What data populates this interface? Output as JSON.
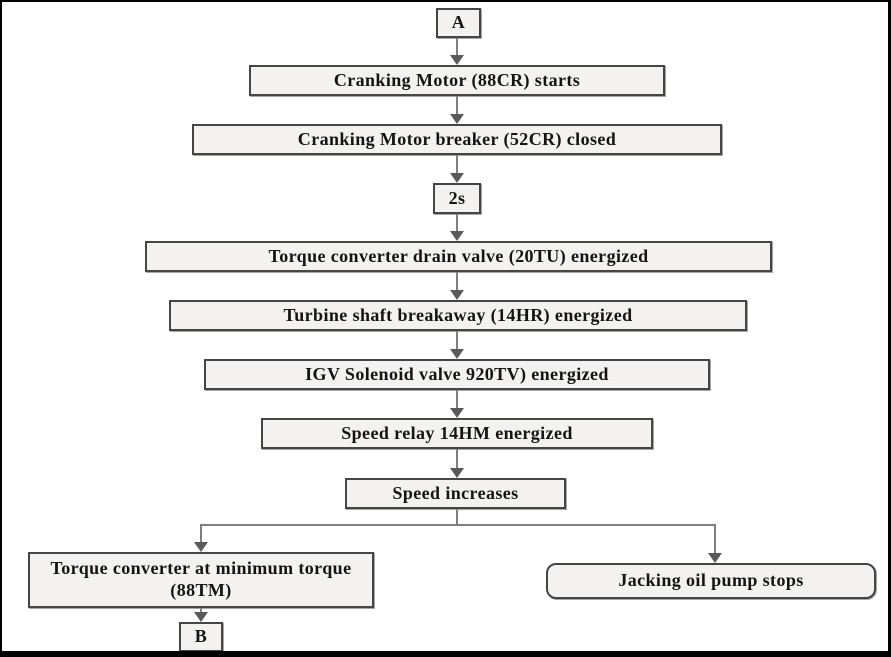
{
  "diagram": {
    "type": "flowchart",
    "description": "Gas turbine cranking / startup sequence flowchart, continuation from connector A to connector B",
    "colors": {
      "box_fill": "#f3f2f1",
      "box_border": "#454545",
      "connector_line": "#7f7f7f",
      "arrowhead": "#5a5a5a",
      "outer_frame": "#000000",
      "text": "#141414"
    },
    "nodes": {
      "connector_a": "A",
      "cranking_motor_starts": "Cranking Motor (88CR) starts",
      "cranking_breaker_closed": "Cranking Motor breaker (52CR) closed",
      "delay_2s": "2s",
      "drain_valve_energized": "Torque converter drain valve (20TU) energized",
      "shaft_breakaway_energized": "Turbine shaft breakaway (14HR) energized",
      "igv_solenoid_energized": "IGV Solenoid valve 920TV) energized",
      "speed_relay_energized": "Speed relay 14HM energized",
      "speed_increases": "Speed increases",
      "torque_converter_min": "Torque converter at minimum torque (88TM)",
      "jacking_oil_pump_stops": "Jacking oil pump stops",
      "connector_b": "B"
    },
    "edges": [
      "connector_a -> cranking_motor_starts",
      "cranking_motor_starts -> cranking_breaker_closed",
      "cranking_breaker_closed -> delay_2s",
      "delay_2s -> drain_valve_energized",
      "drain_valve_energized -> shaft_breakaway_energized",
      "shaft_breakaway_energized -> igv_solenoid_energized",
      "igv_solenoid_energized -> speed_relay_energized",
      "speed_relay_energized -> speed_increases",
      "speed_increases -> torque_converter_min",
      "speed_increases -> jacking_oil_pump_stops",
      "torque_converter_min -> connector_b"
    ]
  }
}
